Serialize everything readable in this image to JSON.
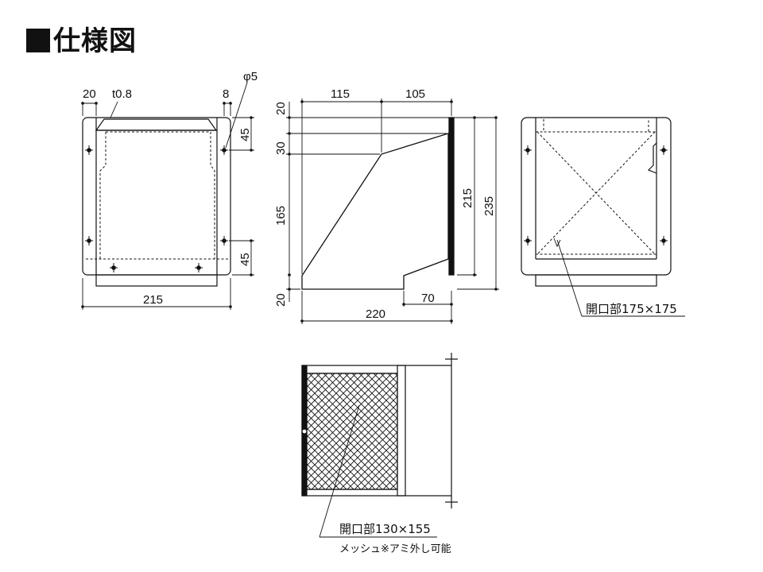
{
  "title": "仕様図",
  "front_view": {
    "dim_left": "20",
    "dim_thickness": "t0.8",
    "dim_right": "8",
    "dim_hole": "φ5",
    "dim_top_hole": "45",
    "dim_bottom_hole": "45",
    "dim_width": "215"
  },
  "side_view": {
    "dim_top_left": "115",
    "dim_top_right": "105",
    "dim_v_20_top": "20",
    "dim_v_30": "30",
    "dim_v_165": "165",
    "dim_v_20_bottom": "20",
    "dim_inner_height": "215",
    "dim_outer_height": "235",
    "dim_bottom_70": "70",
    "dim_bottom_220": "220"
  },
  "back_view": {
    "opening_label": "開口部175×175"
  },
  "bottom_view": {
    "opening_label": "開口部130×155",
    "mesh_note": "メッシュ※アミ外し可能"
  },
  "colors": {
    "line": "#111111",
    "panel": "#ffffff"
  }
}
